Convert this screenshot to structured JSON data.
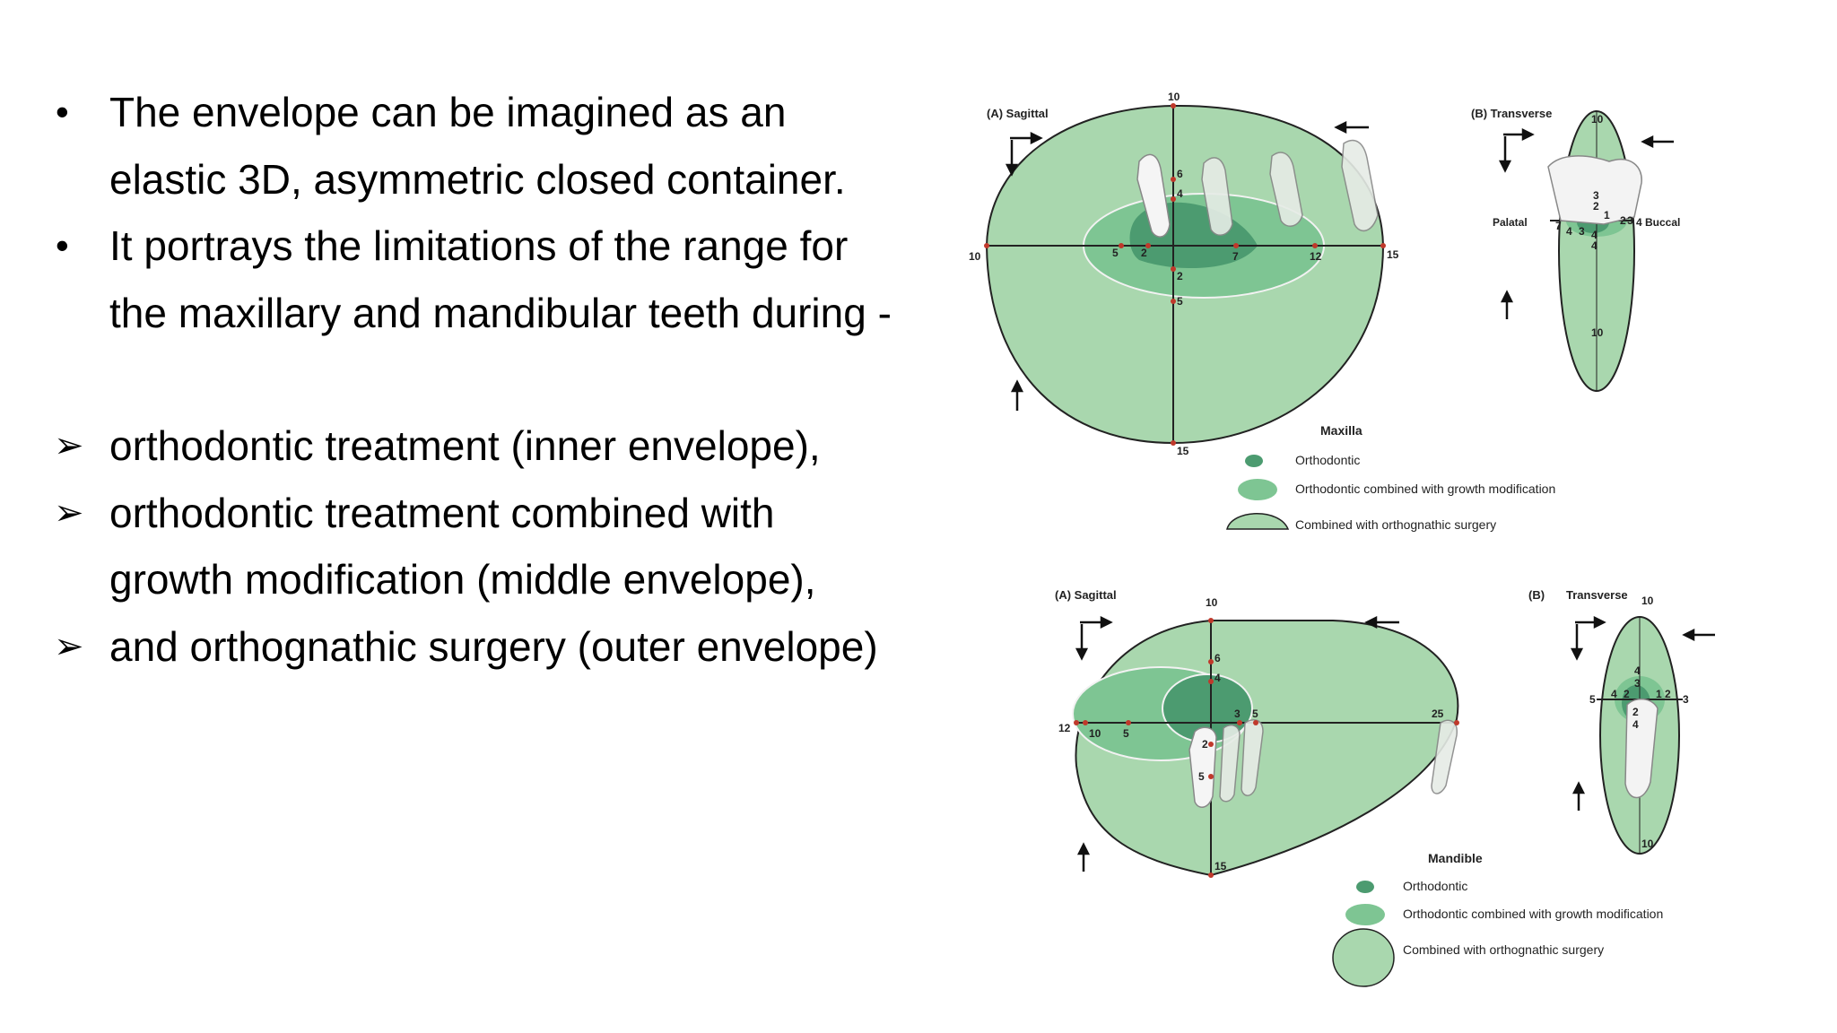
{
  "text": {
    "bullets": [
      "The envelope can be imagined as an elastic 3D, asymmetric closed container.",
      "It portrays the limitations of the range for the maxillary and mandibular teeth during -"
    ],
    "arrows": [
      "orthodontic treatment (inner envelope),",
      "orthodontic treatment combined with growth modification (middle envelope),",
      "and orthognathic surgery (outer envelope)"
    ]
  },
  "maxilla": {
    "sagittal_label": "(A)  Sagittal",
    "transverse_label": "(B)  Transverse",
    "sagittal_numbers": [
      "10",
      "15",
      "10",
      "15",
      "6",
      "4",
      "5",
      "2",
      "7",
      "12",
      "2",
      "5"
    ],
    "transverse_numbers": [
      "10",
      "10",
      "3",
      "2",
      "1",
      "7",
      "4",
      "3",
      "2",
      "3",
      "4",
      "4"
    ],
    "palatal_label": "Palatal",
    "buccal_label": "4 Buccal",
    "legend_title": "Maxilla",
    "legend": [
      "Orthodontic",
      "Orthodontic combined with growth modification",
      "Combined with orthognathic surgery"
    ]
  },
  "mandible": {
    "sagittal_label": "(A)  Sagittal",
    "transverse_label": "(B)",
    "transverse_word": "Transverse",
    "sagittal_numbers": [
      "10",
      "15",
      "12",
      "10",
      "5",
      "6",
      "4",
      "3",
      "5",
      "25",
      "2",
      "5"
    ],
    "transverse_numbers": [
      "10",
      "10",
      "4",
      "3",
      "5",
      "4",
      "2",
      "1",
      "2",
      "3",
      "2",
      "4"
    ],
    "legend_title": "Mandible",
    "legend": [
      "Orthodontic",
      "Orthodontic combined with growth modification",
      "Combined with orthognathic surgery"
    ]
  },
  "colors": {
    "outer": "#a9d7ae",
    "middle": "#7ec593",
    "inner": "#4c9b70",
    "outline": "#222222",
    "point": "#c0392b"
  }
}
